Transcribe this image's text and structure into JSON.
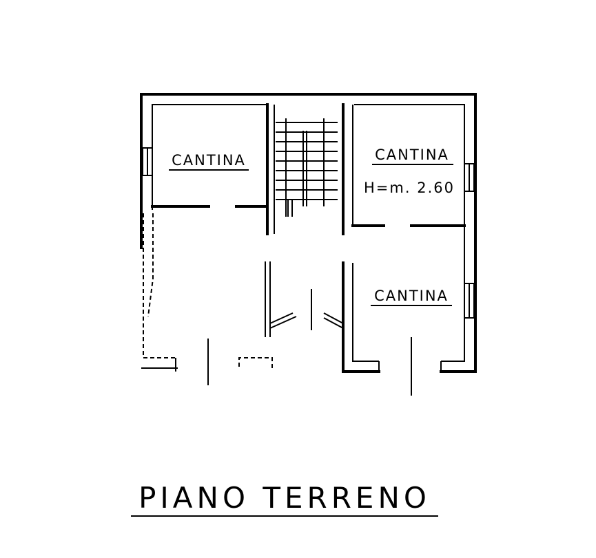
{
  "rooms": [
    {
      "label": "CANTINA"
    },
    {
      "label": "CANTINA",
      "height_note": "H=m. 2.60"
    },
    {
      "label": "CANTINA"
    }
  ],
  "title": "PIANO TERRENO"
}
